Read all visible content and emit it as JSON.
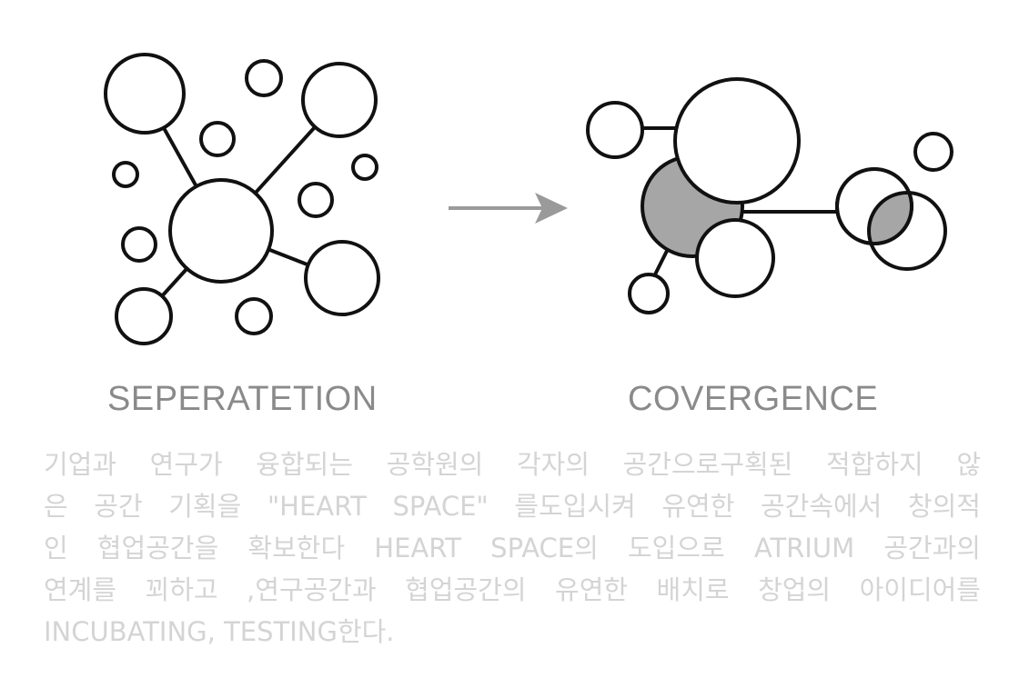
{
  "labels": {
    "left": "SEPERATETION",
    "right": "COVERGENCE"
  },
  "description": {
    "lines": [
      "기업과   연구가 융합되는 공학원의 각자의 공간으로구획된 적합하지 않",
      "은 공간 기획을 \"HEART SPACE\" 를도입시켜 유연한 공간속에서 창의적",
      "인 협업공간을 확보한다 HEART SPACE의 도입으로 ATRIUM 공간과의",
      "연계를 꾀하고 ,연구공간과   협업공간의 유연한 배치로 창업의   아이디어를",
      "INCUBATING, TESTING한다."
    ]
  },
  "colors": {
    "stroke": "#111111",
    "fill": "#ffffff",
    "overlap_fill": "#a6a6a6",
    "arrow": "#9a9a9a",
    "caption": "#8a8a8a",
    "description": "#d4d4d4"
  }
}
